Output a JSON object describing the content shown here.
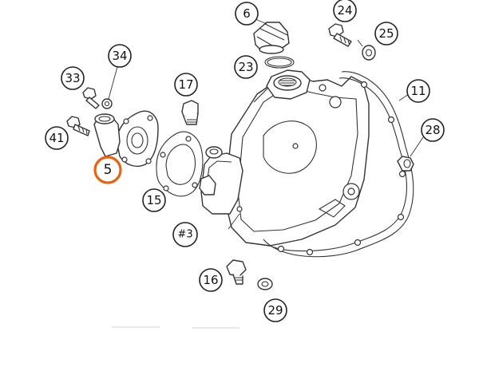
{
  "accent_color": "#e8620f",
  "line_color": "#333333",
  "selected_callout": "5",
  "callouts": [
    {
      "id": "6",
      "label": "6"
    },
    {
      "id": "24",
      "label": "24"
    },
    {
      "id": "25",
      "label": "25"
    },
    {
      "id": "23",
      "label": "23"
    },
    {
      "id": "34",
      "label": "34"
    },
    {
      "id": "33",
      "label": "33"
    },
    {
      "id": "17",
      "label": "17"
    },
    {
      "id": "11",
      "label": "11"
    },
    {
      "id": "41",
      "label": "41"
    },
    {
      "id": "28",
      "label": "28"
    },
    {
      "id": "5",
      "label": "5"
    },
    {
      "id": "15",
      "label": "15"
    },
    {
      "id": "3",
      "label": "#3"
    },
    {
      "id": "16",
      "label": "16"
    },
    {
      "id": "29",
      "label": "29"
    }
  ]
}
